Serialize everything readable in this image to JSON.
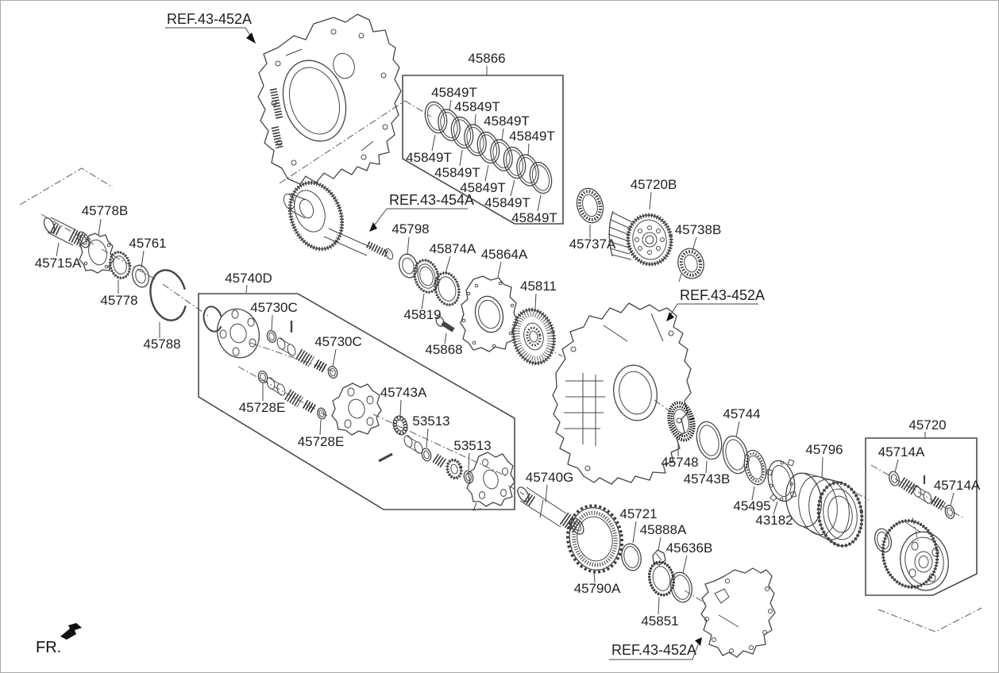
{
  "diagram": {
    "fr_label": "FR.",
    "refs": {
      "top_case": "REF.43-452A",
      "shaft": "REF.43-454A",
      "mid_case": "REF.43-452A",
      "bottom_case": "REF.43-452A"
    },
    "boxes": {
      "clutch": "45866",
      "front_planet": "45740D",
      "rear_planet": "45720"
    },
    "parts": {
      "p45849T": "45849T",
      "p45715A": "45715A",
      "p45778B": "45778B",
      "p45778": "45778",
      "p45761": "45761",
      "p45788": "45788",
      "p45730C": "45730C",
      "p45728E": "45728E",
      "p45743A": "45743A",
      "p53513": "53513",
      "p45798": "45798",
      "p45819": "45819",
      "p45874A": "45874A",
      "p45868": "45868",
      "p45864A": "45864A",
      "p45811": "45811",
      "p45737A": "45737A",
      "p45720B": "45720B",
      "p45738B": "45738B",
      "p45748": "45748",
      "p45743B": "45743B",
      "p45744": "45744",
      "p45495": "45495",
      "p43182": "43182",
      "p45796": "45796",
      "p45714A": "45714A",
      "p45740G": "45740G",
      "p45790A": "45790A",
      "p45721": "45721",
      "p45888A": "45888A",
      "p45636B": "45636B",
      "p45851": "45851"
    }
  }
}
